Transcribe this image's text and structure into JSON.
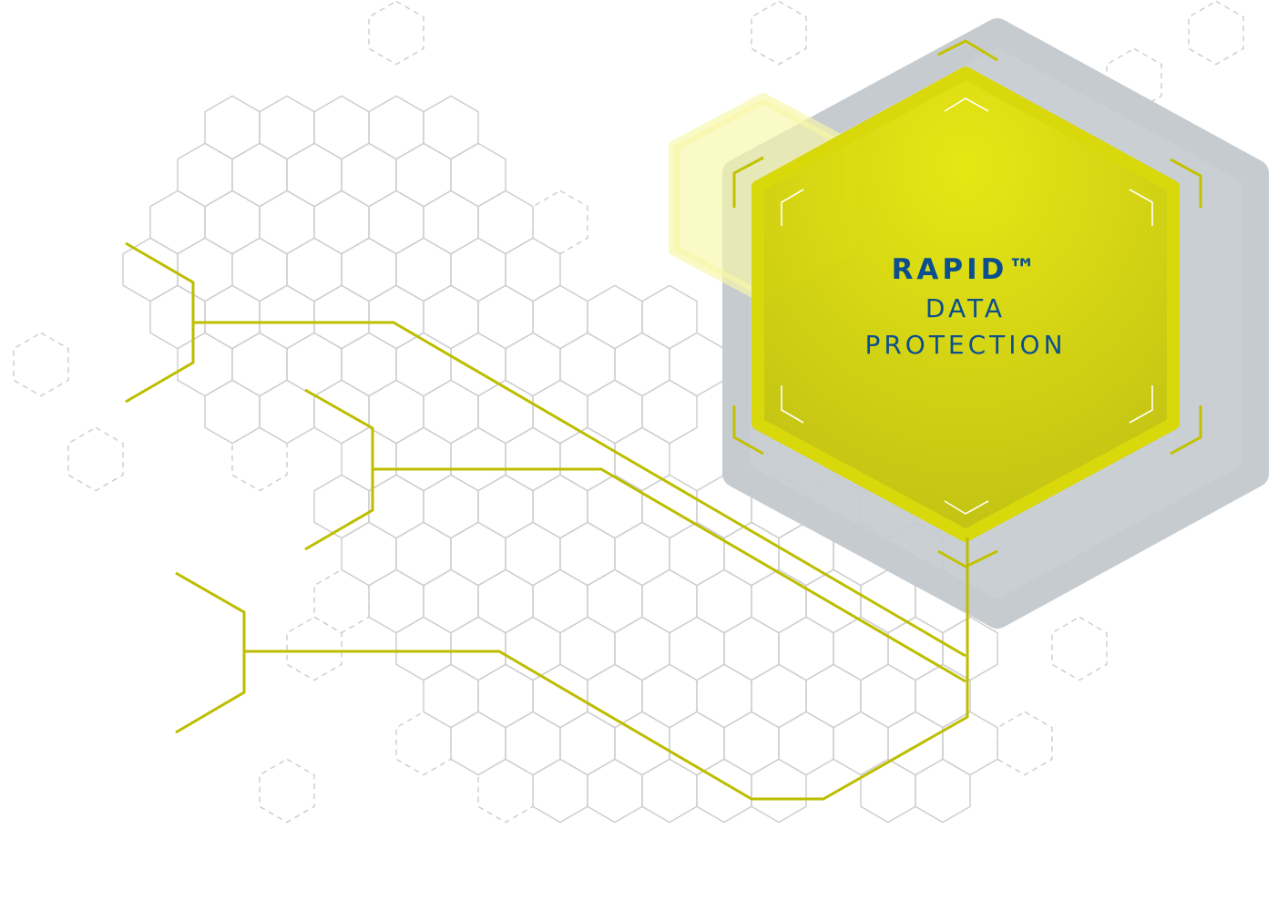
{
  "logo": {
    "brand": "RAPID™",
    "line2": "DATA",
    "line3": "PROTECTION"
  },
  "colors": {
    "accent_line": "#bdbd00",
    "hex_yellow": "#dede08",
    "hex_gray": "#c9ced3",
    "hex_light": "#fafac0",
    "grid_stroke": "#cfcfcf",
    "text": "#0b4f8f"
  }
}
